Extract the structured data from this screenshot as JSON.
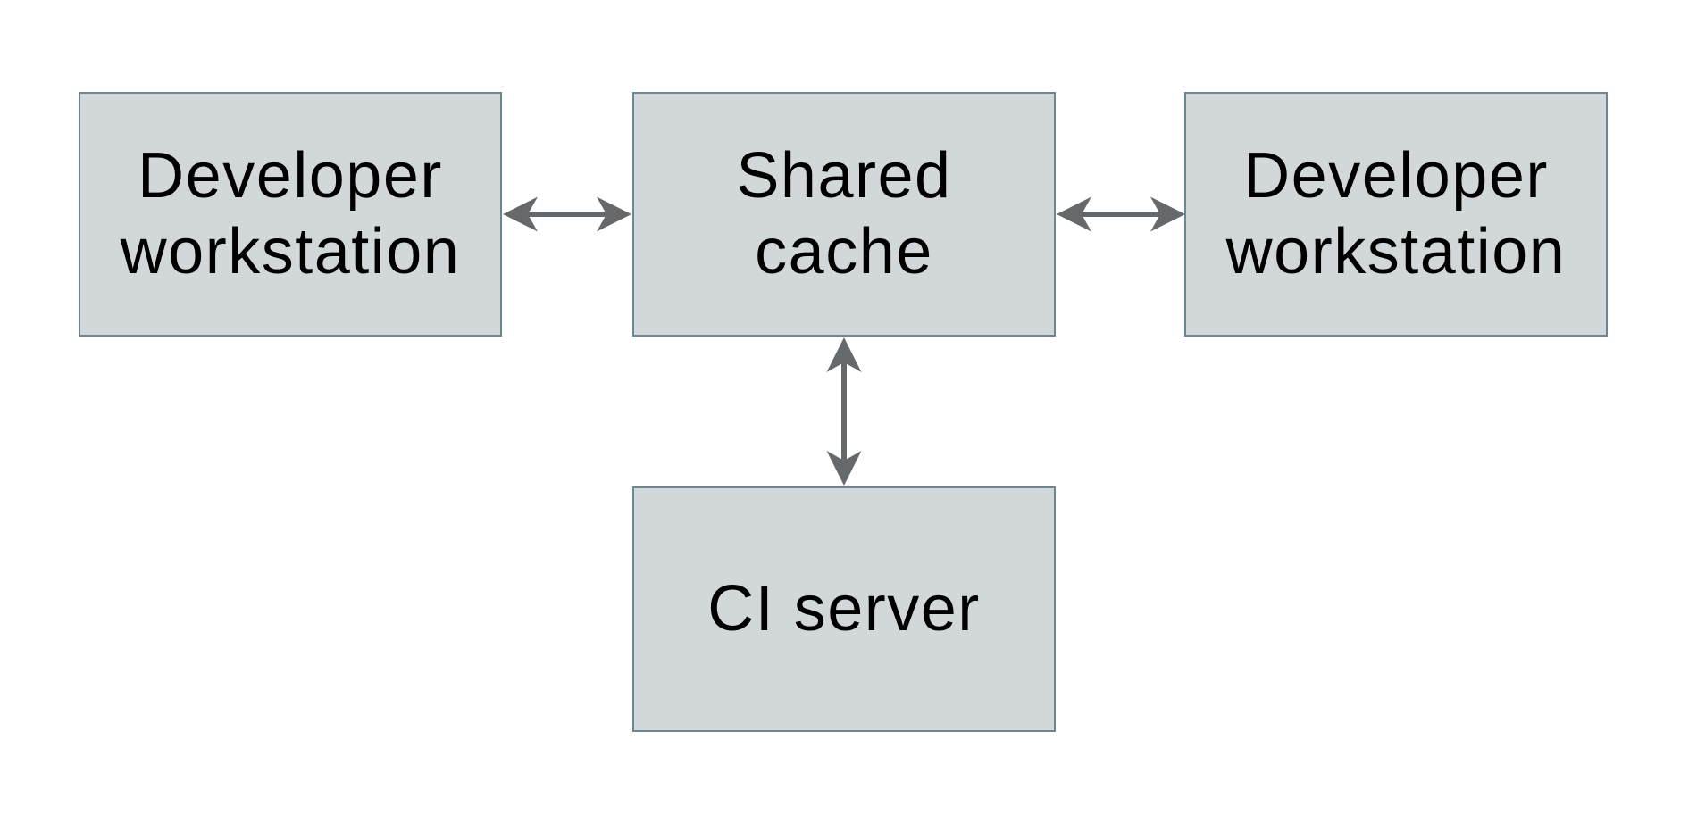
{
  "theme": {
    "background": "#ffffff",
    "node_fill": "#d2d8da",
    "node_border": "#6c8694",
    "arrow_color": "#66696c",
    "text_color": "#000000"
  },
  "diagram": {
    "nodes": {
      "dev_left": {
        "label": "Developer workstation",
        "line1": "Developer",
        "line2": "workstation"
      },
      "shared_cache": {
        "label": "Shared cache",
        "line1": "Shared",
        "line2": "cache"
      },
      "dev_right": {
        "label": "Developer workstation",
        "line1": "Developer",
        "line2": "workstation"
      },
      "ci_server": {
        "label": "CI server",
        "line1": "CI server"
      }
    },
    "connections": [
      {
        "from": "Developer workstation (left)",
        "to": "Shared cache",
        "type": "bidirectional"
      },
      {
        "from": "Shared cache",
        "to": "Developer workstation (right)",
        "type": "bidirectional"
      },
      {
        "from": "Shared cache",
        "to": "CI server",
        "type": "bidirectional"
      }
    ]
  }
}
